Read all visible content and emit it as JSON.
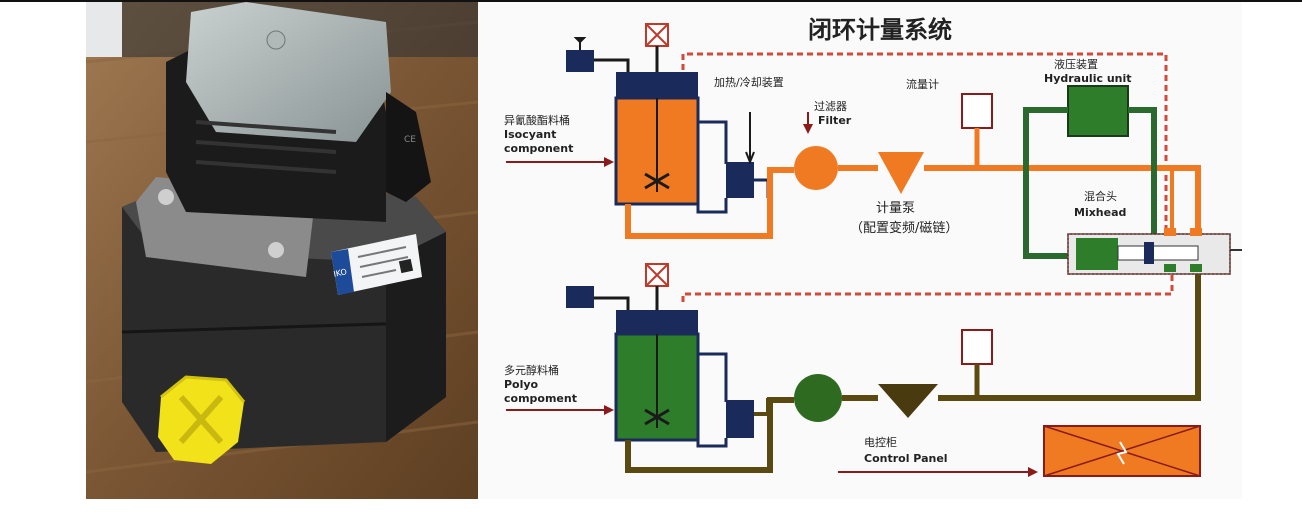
{
  "diagram": {
    "title": "闭环计量系统",
    "labels": {
      "heater_cooler": "加热/冷却装置",
      "filter_cn": "过滤器",
      "filter_en": "Filter",
      "flowmeter": "流量计",
      "hydraulic_cn": "液压装置",
      "hydraulic_en": "Hydraulic  unit",
      "isocyanate_cn": "异氰酸酯料桶",
      "isocyanate_en_1": "Isocyant",
      "isocyanate_en_2": "component",
      "metering_pump": "计量泵",
      "pump_drive": "（配置变频/磁链）",
      "mixhead_cn": "混合头",
      "mixhead_en": "Mixhead",
      "polyol_cn": "多元醇料桶",
      "polyol_en_1": "Polyo",
      "polyol_en_2": "compoment",
      "control_panel_cn": "电控柜",
      "control_panel_en": "Control Panel"
    },
    "colors": {
      "isocyanate_line": "#f07a22",
      "polyol_line": "#5a4a12",
      "polyol_tank": "#2e7d2a",
      "hydraulic_line": "#2b6a2e",
      "tank_cap": "#1a2a5a",
      "signal_dashed": "#d14a3a",
      "control_panel": "#f07a22"
    }
  },
  "photo": {
    "label_brand": "IKO",
    "icon_ce": "CE"
  }
}
